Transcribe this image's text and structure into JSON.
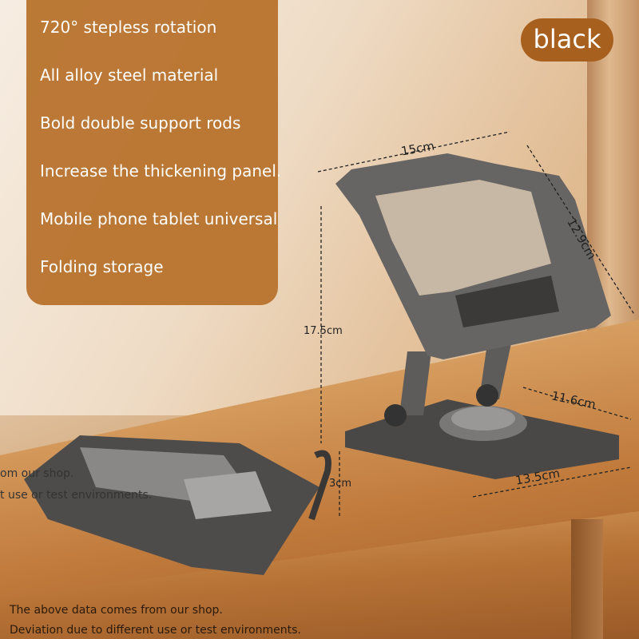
{
  "features": [
    "720° stepless rotation",
    "All alloy steel material",
    "Bold double support rods",
    "Increase the thickening panel.",
    "Mobile phone tablet universal",
    "Folding storage"
  ],
  "color_badge": "black",
  "dimensions": {
    "width_top": "15cm",
    "depth_top": "12.9cm",
    "height": "17.5cm",
    "base_depth": "11.6cm",
    "base_width": "13.5cm",
    "folded_height": "3cm"
  },
  "notes": [
    "The above data comes from our shop.",
    "Deviation due to different use or test environments."
  ],
  "ghost_notes": [
    "om our shop.",
    "t use or test environments."
  ],
  "colors": {
    "panel": "#b8742f",
    "badge": "#a8601f",
    "metal": "#5a5856"
  }
}
